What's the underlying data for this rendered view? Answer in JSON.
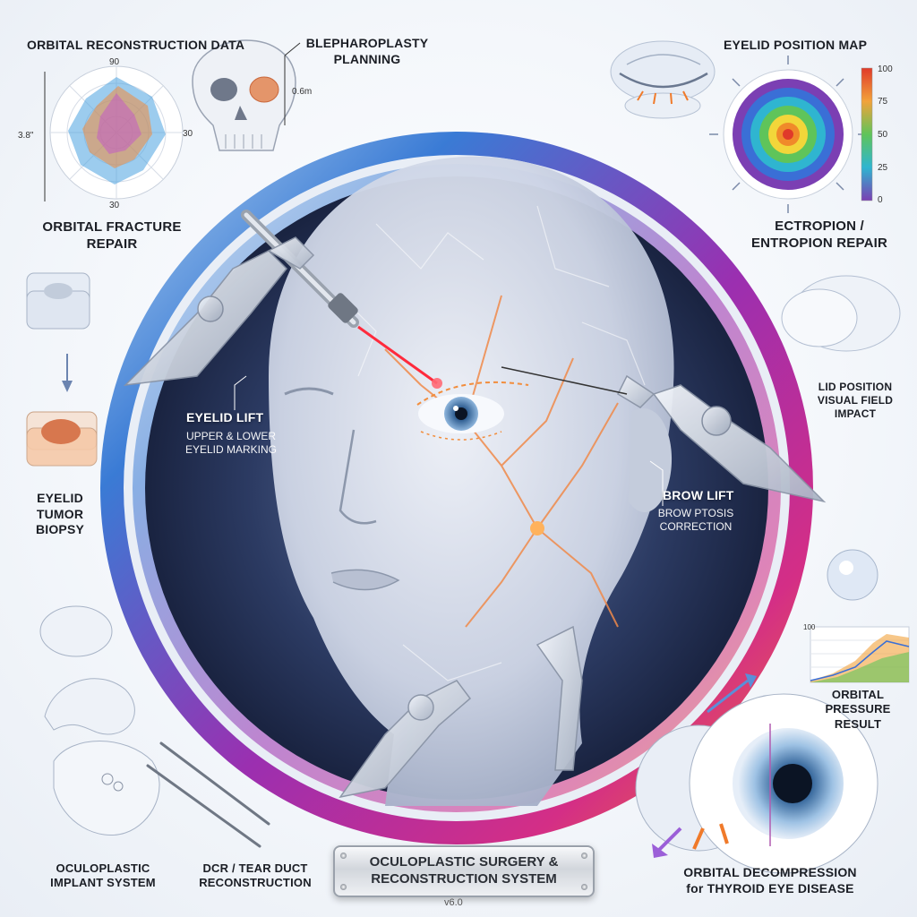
{
  "title": {
    "line1": "OCULOPLASTIC SURGERY &",
    "line2": "RECONSTRUCTION SYSTEM",
    "version": "v6.0"
  },
  "labels": {
    "orbital_reconstruction_data": "ORBITAL RECONSTRUCTION DATA",
    "blepharoplasty_1": "BLEPHAROPLASTY",
    "blepharoplasty_2": "PLANNING",
    "eyelid_position_map": "EYELID POSITION MAP",
    "orbital_fracture_1": "ORBITAL FRACTURE",
    "orbital_fracture_2": "REPAIR",
    "ectropion_1": "ECTROPION /",
    "ectropion_2": "ENTROPION REPAIR",
    "lid_position_1": "LID POSITION",
    "lid_position_2": "VISUAL FIELD",
    "lid_position_3": "IMPACT",
    "eyelid_lift": "EYELID LIFT",
    "eyelid_lift_sub1": "UPPER & LOWER",
    "eyelid_lift_sub2": "EYELID MARKING",
    "brow_lift": "BROW LIFT",
    "brow_lift_sub1": "BROW PTOSIS",
    "brow_lift_sub2": "CORRECTION",
    "tumor_1": "EYELID",
    "tumor_2": "TUMOR",
    "tumor_3": "BIOPSY",
    "orbital_pressure_1": "ORBITAL",
    "orbital_pressure_2": "PRESSURE",
    "orbital_pressure_3": "RESULT",
    "implant_1": "OCULOPLASTIC",
    "implant_2": "IMPLANT SYSTEM",
    "dcr_1": "DCR / TEAR DUCT",
    "dcr_2": "RECONSTRUCTION",
    "decompression_1": "ORBITAL DECOMPRESSION",
    "decompression_2": "for THYROID EYE DISEASE"
  },
  "radar": {
    "tick_top": "90",
    "tick_right": "30",
    "tick_bottom": "30",
    "side_measure": "3.8\""
  },
  "skull": {
    "measure": "0.6m"
  },
  "heatmap_scale": {
    "ticks": [
      "100",
      "75",
      "50",
      "25",
      "0"
    ]
  },
  "pressure_chart": {
    "y_max_label": "100"
  },
  "colors": {
    "ring_blue": "#3a7bd5",
    "ring_purple": "#9b2fb0",
    "ring_magenta": "#d42e86",
    "ring_orange": "#f07a2a",
    "laser": "#ff2a3c",
    "vessel": "#f08a4a"
  },
  "icons": {
    "skull": "skull-icon",
    "eye": "closed-eye-icon",
    "scalpel": "laser-scalpel-icon",
    "robot_arm": "robotic-arm-icon"
  }
}
